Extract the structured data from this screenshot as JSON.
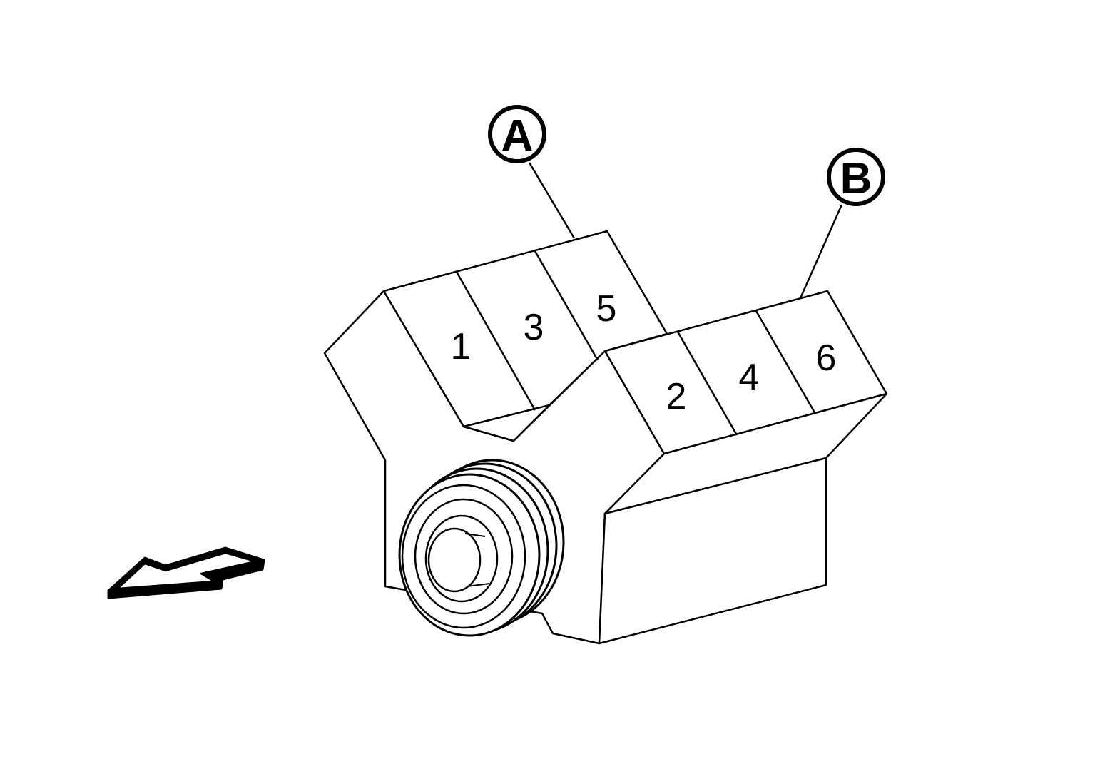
{
  "colors": {
    "line": "#000000",
    "background": "#ffffff"
  },
  "bank_a": {
    "label": "A",
    "cylinders": [
      "1",
      "3",
      "5"
    ]
  },
  "bank_b": {
    "label": "B",
    "cylinders": [
      "2",
      "4",
      "6"
    ]
  },
  "front_arrow": {
    "icon": "engine-front-arrow-icon"
  }
}
